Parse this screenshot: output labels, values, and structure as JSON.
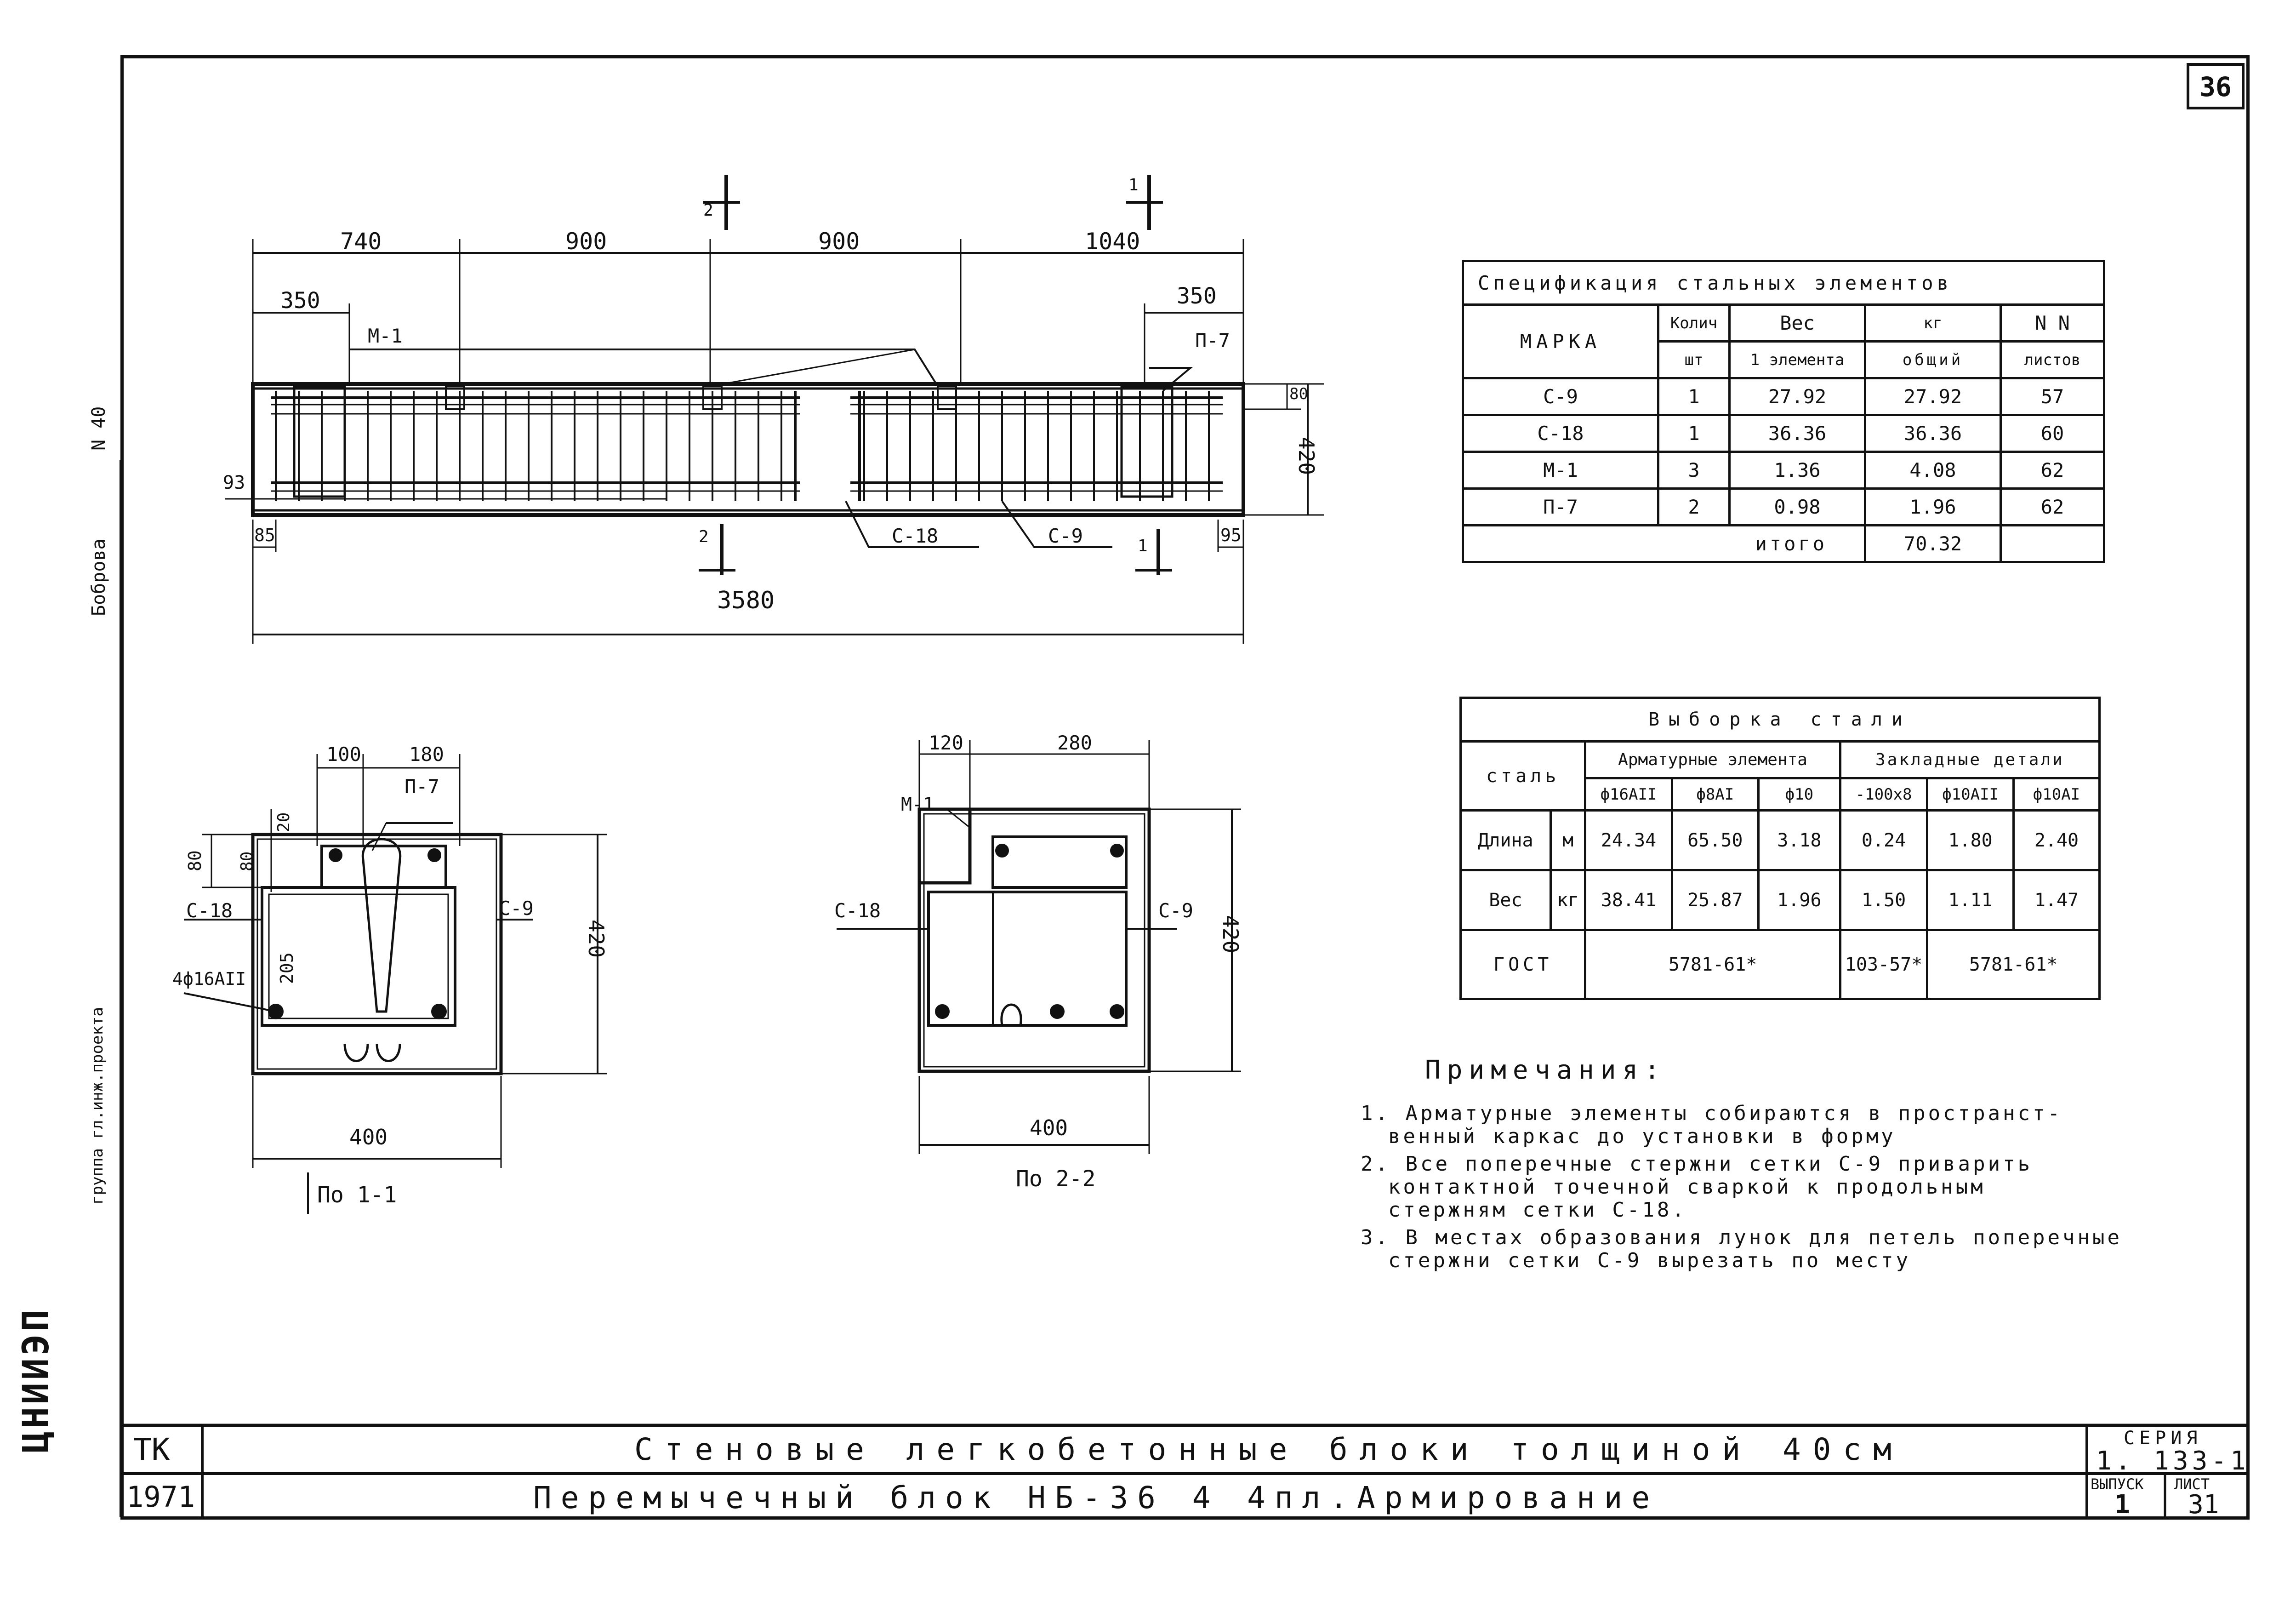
{
  "sheet": {
    "sheet_corner_number": "36",
    "series_label": "СЕРИЯ",
    "series_value": "1. 133-1",
    "issue_label": "ВЫПУСК",
    "issue_value": "1",
    "sheet_label": "ЛИСТ",
    "sheet_value": "31",
    "code": "ТК",
    "year": "1971",
    "title_line1": "Стеновые легкобетонные блоки толщиной 40см",
    "title_line2": "Перемычечный блок НБ-36 4 4пл.Армирование"
  },
  "margin_stamp": {
    "org_logo": "ЦНИИЭП",
    "author_surname": "Боброва",
    "number_text": "N 40",
    "group_text": "группа гл.инж.проекта"
  },
  "elevation": {
    "dims_top": [
      "740",
      "900",
      "900",
      "1040"
    ],
    "dim_left_offset": "350",
    "dim_right_offset": "350",
    "dim_total": "3580",
    "dim_height": "420",
    "dim_left_height": "93",
    "dim_right_top": "80",
    "dim_left_bottom": "85",
    "dim_right_bottom": "95",
    "label_m1": "М-1",
    "label_p7": "П-7",
    "label_s18": "С-18",
    "label_s9": "С-9",
    "section_mark_1": "1",
    "section_mark_2": "2"
  },
  "section_1": {
    "caption": "По 1-1",
    "dim_top_a": "100",
    "dim_top_b": "180",
    "dim_left_80": "80",
    "dim_left_80b": "80",
    "dim_left_20": "20",
    "dim_inner": "205",
    "dim_height": "420",
    "dim_width": "400",
    "label_p7": "П-7",
    "label_s18": "С-18",
    "label_s9": "С-9",
    "label_rebar": "4ф16АII"
  },
  "section_2": {
    "caption": "По 2-2",
    "dim_top_a": "120",
    "dim_top_b": "280",
    "dim_height": "420",
    "dim_width": "400",
    "label_m1": "М-1",
    "label_s18": "С-18",
    "label_s9": "С-9"
  },
  "spec_table": {
    "title": "Спецификация стальных элементов",
    "h_mark": "МАРКА",
    "h_qty": "Колич",
    "h_qty_unit": "шт",
    "h_weight": "Вес",
    "h_weight_unit": "кг",
    "h_element": "1 элемента",
    "h_total": "общий",
    "h_sheets": "N N",
    "h_sheets2": "листов",
    "rows": [
      {
        "mark": "С-9",
        "qty": "1",
        "unit": "27.92",
        "total": "27.92",
        "sheet": "57"
      },
      {
        "mark": "С-18",
        "qty": "1",
        "unit": "36.36",
        "total": "36.36",
        "sheet": "60"
      },
      {
        "mark": "М-1",
        "qty": "3",
        "unit": "1.36",
        "total": "4.08",
        "sheet": "62"
      },
      {
        "mark": "П-7",
        "qty": "2",
        "unit": "0.98",
        "total": "1.96",
        "sheet": "62"
      }
    ],
    "total_label": "итого",
    "total_value": "70.32"
  },
  "steel_table": {
    "title": "Выборка стали",
    "h_steel": "сталь",
    "h_rebar": "Арматурные элемента",
    "h_embed": "Закладные детали",
    "cols": [
      "ф16АII",
      "ф8АI",
      "ф10",
      "-100х8",
      "ф10АII",
      "ф10АI"
    ],
    "length_label": "Длина",
    "length_unit": "м",
    "length": [
      "24.34",
      "65.50",
      "3.18",
      "0.24",
      "1.80",
      "2.40"
    ],
    "weight_label": "Вес",
    "weight_unit": "кг",
    "weight": [
      "38.41",
      "25.87",
      "1.96",
      "1.50",
      "1.11",
      "1.47"
    ],
    "gost_label": "ГОСТ",
    "gost_a": "5781-61*",
    "gost_b": "103-57*",
    "gost_c": "5781-61*"
  },
  "notes": {
    "title": "Примечания:",
    "lines": [
      "1. Арматурные элементы собираются в пространст-",
      "венный каркас до установки в форму",
      "2. Все поперечные стержни сетки С-9 приварить",
      "контактной точечной сваркой к продольным",
      "стержням сетки С-18.",
      "3. В местах образования лунок для петель поперечные",
      "стержни сетки С-9 вырезать по месту"
    ]
  }
}
